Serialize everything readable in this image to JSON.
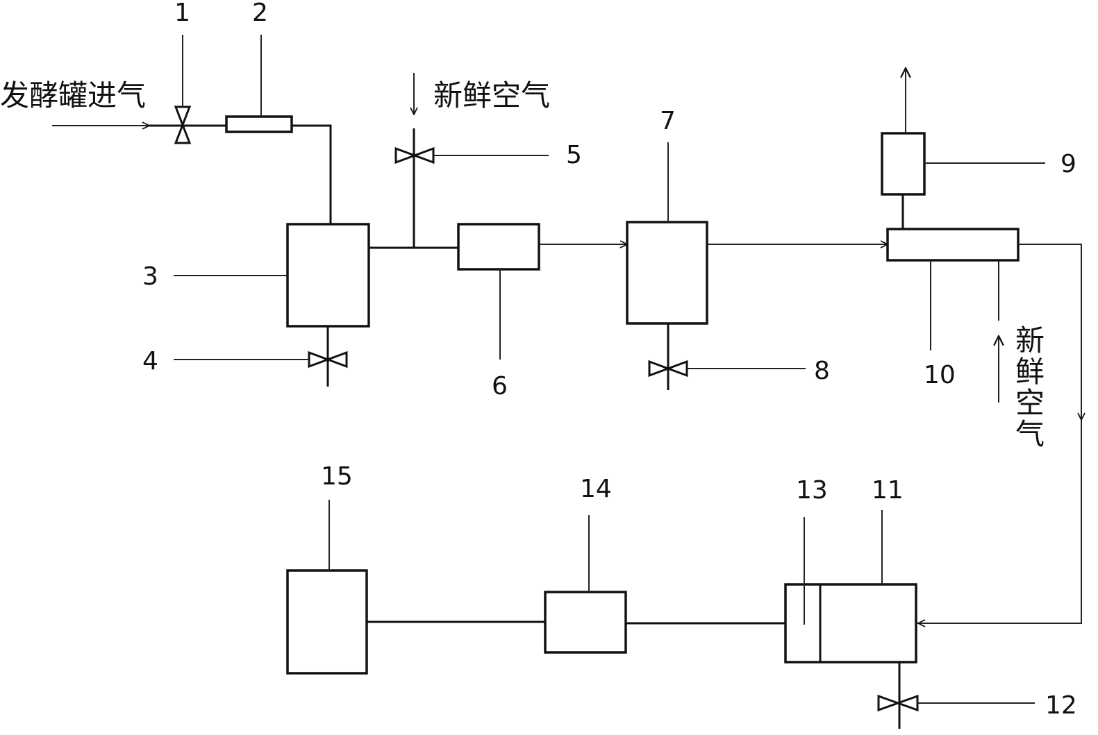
{
  "labels": {
    "inlet": "发酵罐进气",
    "fresh_air": "新鲜空气",
    "fresh_air_vertical": [
      "新",
      "鲜",
      "空",
      "气"
    ]
  },
  "components": {
    "c1": "1",
    "c2": "2",
    "c3": "3",
    "c4": "4",
    "c5": "5",
    "c6": "6",
    "c7": "7",
    "c8": "8",
    "c9": "9",
    "c10": "10",
    "c11": "11",
    "c12": "12",
    "c13": "13",
    "c14": "14",
    "c15": "15"
  },
  "colors": {
    "line": "#111111",
    "background": "#ffffff"
  }
}
